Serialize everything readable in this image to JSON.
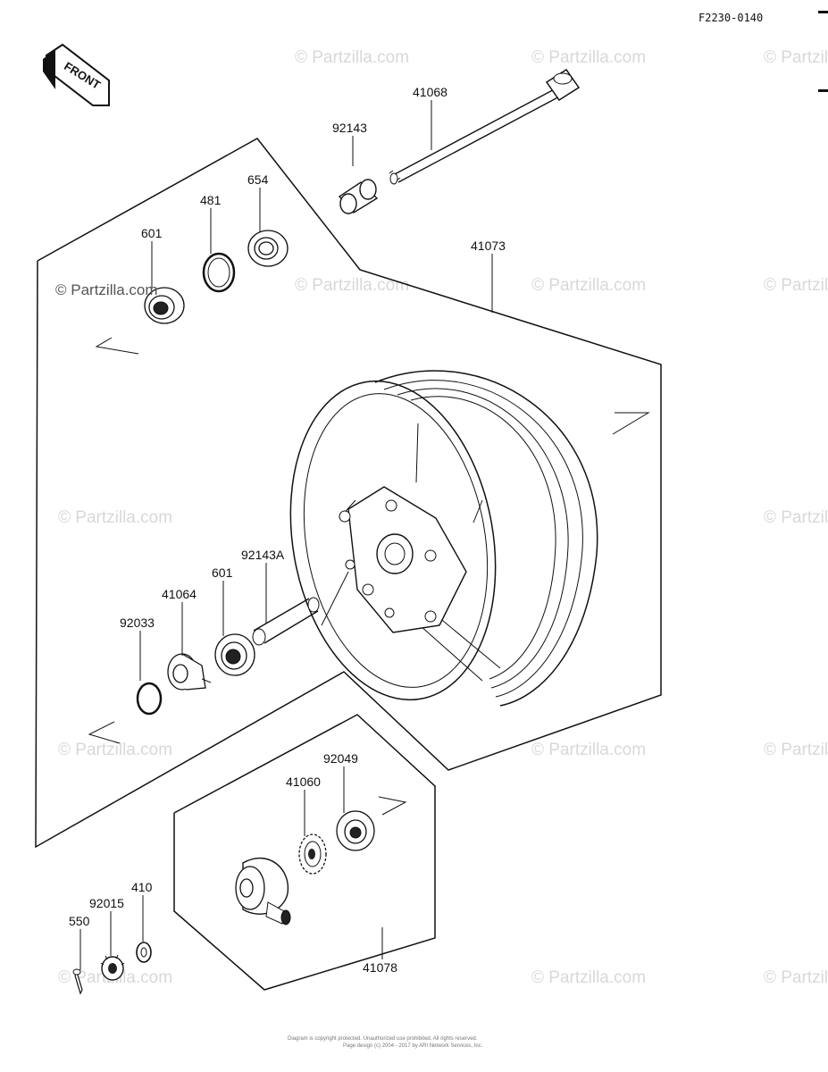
{
  "diagram_id": "F2230-0140",
  "front_label": "FRONT",
  "watermark_text": "© Partzilla.com",
  "part_numbers": {
    "p41068": "41068",
    "p92143": "92143",
    "p654": "654",
    "p481": "481",
    "p601_top": "601",
    "p41073": "41073",
    "p92143A": "92143A",
    "p601_bottom": "601",
    "p41064": "41064",
    "p92033": "92033",
    "p92049": "92049",
    "p41060": "41060",
    "p410": "410",
    "p92015": "92015",
    "p550": "550",
    "p41078": "41078"
  },
  "footer": {
    "line1": "Diagram is copyright protected. Unauthorized use prohibited. All rights reserved.",
    "line2": "Page design (c) 2004 - 2017 by ARI Network Services, Inc."
  }
}
